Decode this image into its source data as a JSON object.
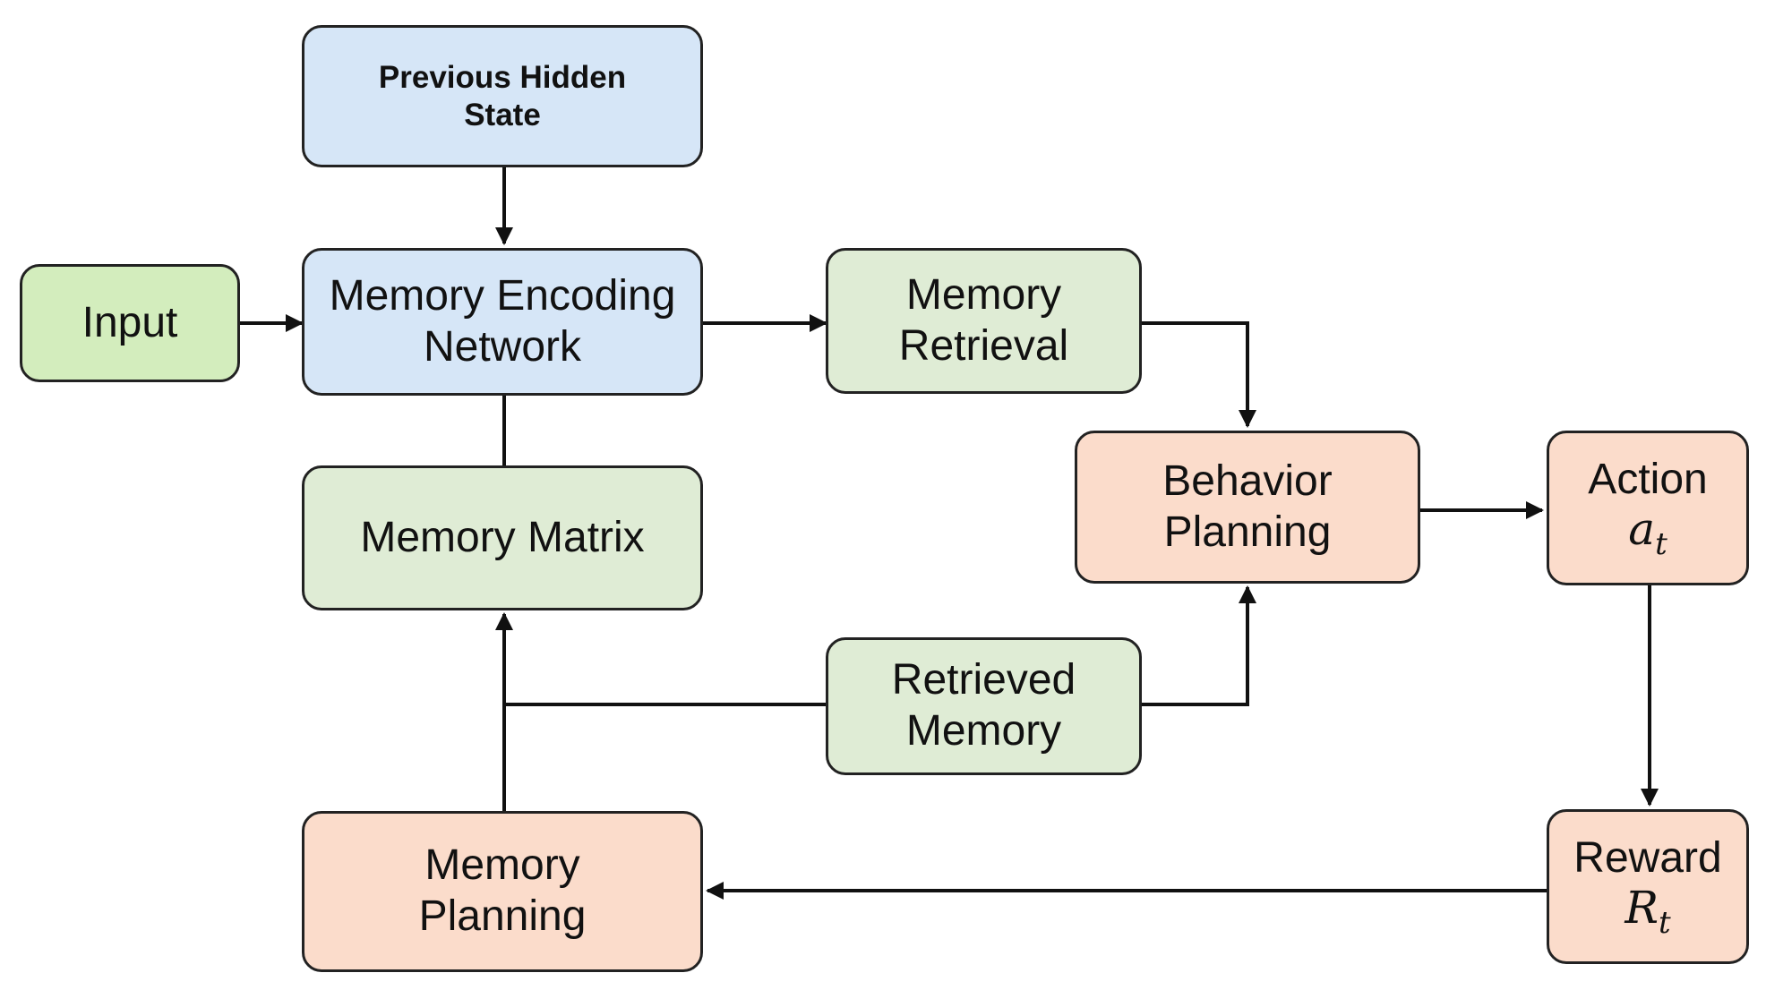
{
  "nodes": {
    "previous_hidden_state": {
      "label": "Previous Hidden State"
    },
    "input": {
      "label": "Input"
    },
    "memory_encoding_network": {
      "label": "Memory Encoding Network"
    },
    "memory_retrieval": {
      "label": "Memory Retrieval"
    },
    "memory_matrix": {
      "label": "Memory Matrix"
    },
    "behavior_planning": {
      "label": "Behavior Planning"
    },
    "action": {
      "label": "Action",
      "symbol": "a",
      "subscript": "t"
    },
    "retrieved_memory": {
      "label": "Retrieved Memory"
    },
    "memory_planning": {
      "label": "Memory Planning"
    },
    "reward": {
      "label": "Reward",
      "symbol": "R",
      "subscript": "t"
    }
  },
  "edges": [
    {
      "from": "previous_hidden_state",
      "to": "memory_encoding_network",
      "arrow": true
    },
    {
      "from": "input",
      "to": "memory_encoding_network",
      "arrow": true
    },
    {
      "from": "memory_encoding_network",
      "to": "memory_retrieval",
      "arrow": true
    },
    {
      "from": "memory_encoding_network",
      "to": "memory_matrix",
      "arrow": false
    },
    {
      "from": "memory_retrieval",
      "to": "behavior_planning",
      "arrow": true
    },
    {
      "from": "behavior_planning",
      "to": "action",
      "arrow": true
    },
    {
      "from": "action",
      "to": "reward",
      "arrow": true
    },
    {
      "from": "reward",
      "to": "memory_planning",
      "arrow": true
    },
    {
      "from": "memory_planning",
      "to": "memory_matrix",
      "arrow": true
    },
    {
      "from": "retrieved_memory",
      "to": "memory_matrix",
      "arrow": true
    },
    {
      "from": "retrieved_memory",
      "to": "behavior_planning",
      "arrow": true
    }
  ],
  "colors": {
    "blue": "#d6e6f7",
    "green": "#dfecd5",
    "input_green": "#d3edbd",
    "orange": "#fbdccb",
    "stroke": "#222222"
  }
}
